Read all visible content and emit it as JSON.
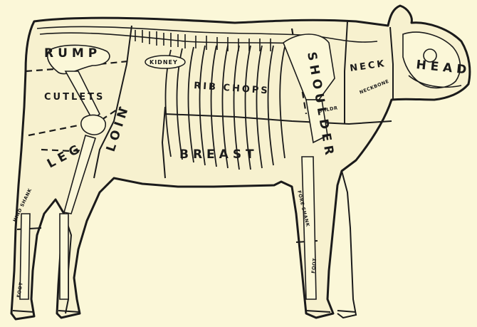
{
  "labels": {
    "rump": "RUMP",
    "kidney": "KIDNEY",
    "cutlets": "CUTLETS",
    "loin": "LOIN",
    "leg": "LEG",
    "rib_chops": "RIB CHOPS",
    "neck": "NECK",
    "head": "HEAD",
    "breast": "BREAST",
    "shoulder": "SHOULDER",
    "hind_shank": "HIND SHANK",
    "fore_shank": "FORE SHANK",
    "foot_hind": "FOOT",
    "foot_fore": "FOOT",
    "small_label": "SHLDR",
    "neck_bone": "NECKBONE"
  },
  "colors": {
    "paper": "#fbf7d8",
    "ink": "#1b1b1b"
  }
}
